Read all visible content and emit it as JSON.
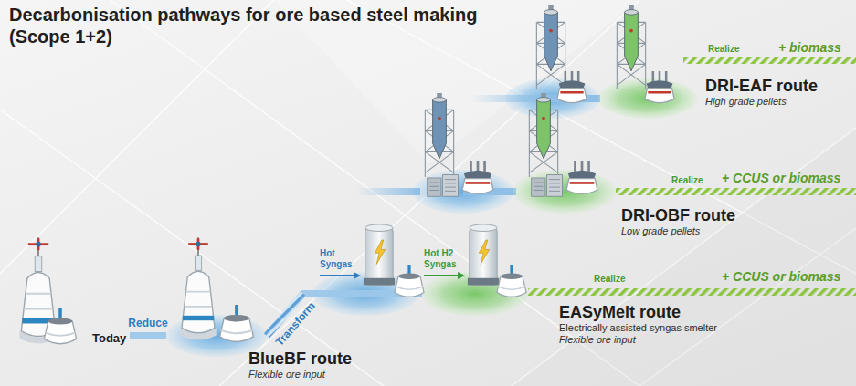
{
  "diagram": {
    "title": "Decarbonisation pathways for ore based steel making (Scope 1+2)",
    "nodes": [
      {
        "text": [
          "Today"
        ]
      },
      {
        "text": [
          "BlueBF route",
          "Flexible ore input"
        ]
      },
      {
        "text": [
          "EASyMelt route",
          "Electrically assisted syngas smelter",
          "Flexible ore input"
        ]
      },
      {
        "text": [
          "DRI-OBF route",
          "Low grade pellets"
        ]
      },
      {
        "text": [
          "DRI-EAF route",
          "High grade pellets"
        ]
      }
    ],
    "edges": [
      {
        "from": 0,
        "to": 1,
        "arrow": "none",
        "label": "Reduce"
      },
      {
        "from": 1,
        "to": 2,
        "arrow": "none",
        "label": "Transform"
      }
    ],
    "labels": [
      "Hot Syngas",
      "Hot H2 Syngas",
      "Realize",
      "+ CCUS or biomass",
      "Realize",
      "+ CCUS or biomass",
      "Realize",
      "+ biomass"
    ]
  }
}
